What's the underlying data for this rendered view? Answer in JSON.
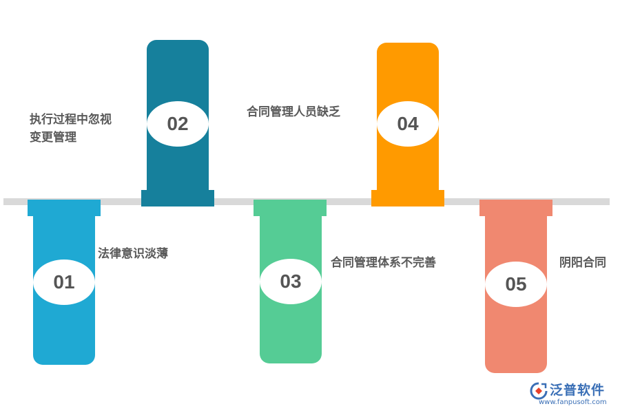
{
  "items": [
    {
      "number": "01",
      "label": "法律意识淡薄",
      "color": "#1fa9d3",
      "position": "below"
    },
    {
      "number": "02",
      "label_line1": "执行过程中忽视",
      "label_line2": "变更管理",
      "color": "#16809c",
      "position": "above"
    },
    {
      "number": "03",
      "label": "合同管理体系不完善",
      "color": "#55cc95",
      "position": "below"
    },
    {
      "number": "04",
      "label": "合同管理人员缺乏",
      "color": "#ff9a00",
      "position": "above"
    },
    {
      "number": "05",
      "label": "阴阳合同",
      "color": "#f08870",
      "position": "below"
    }
  ],
  "logo": {
    "name": "泛普软件",
    "url": "www.fanpusoft.com",
    "icon": "fanpu-logo-icon",
    "color": "#3a6fb6"
  }
}
